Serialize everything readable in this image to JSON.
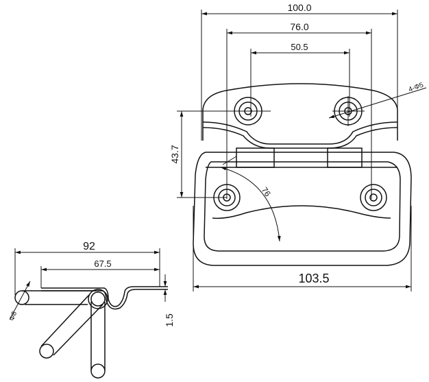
{
  "front_view": {
    "dim_overall_width": "100.0",
    "dim_outer_hole_spacing": "76.0",
    "dim_inner_hole_spacing": "50.5",
    "dim_hole_callout": "4-Φ5",
    "dim_vertical_hole_spacing": "43.7",
    "dim_swing_angle": "76",
    "dim_handle_width": "103.5"
  },
  "side_view": {
    "dim_overall_length": "92",
    "dim_plate_length": "67.5",
    "dim_rod_diameter": "Φ8",
    "dim_plate_thickness": "1.5"
  }
}
